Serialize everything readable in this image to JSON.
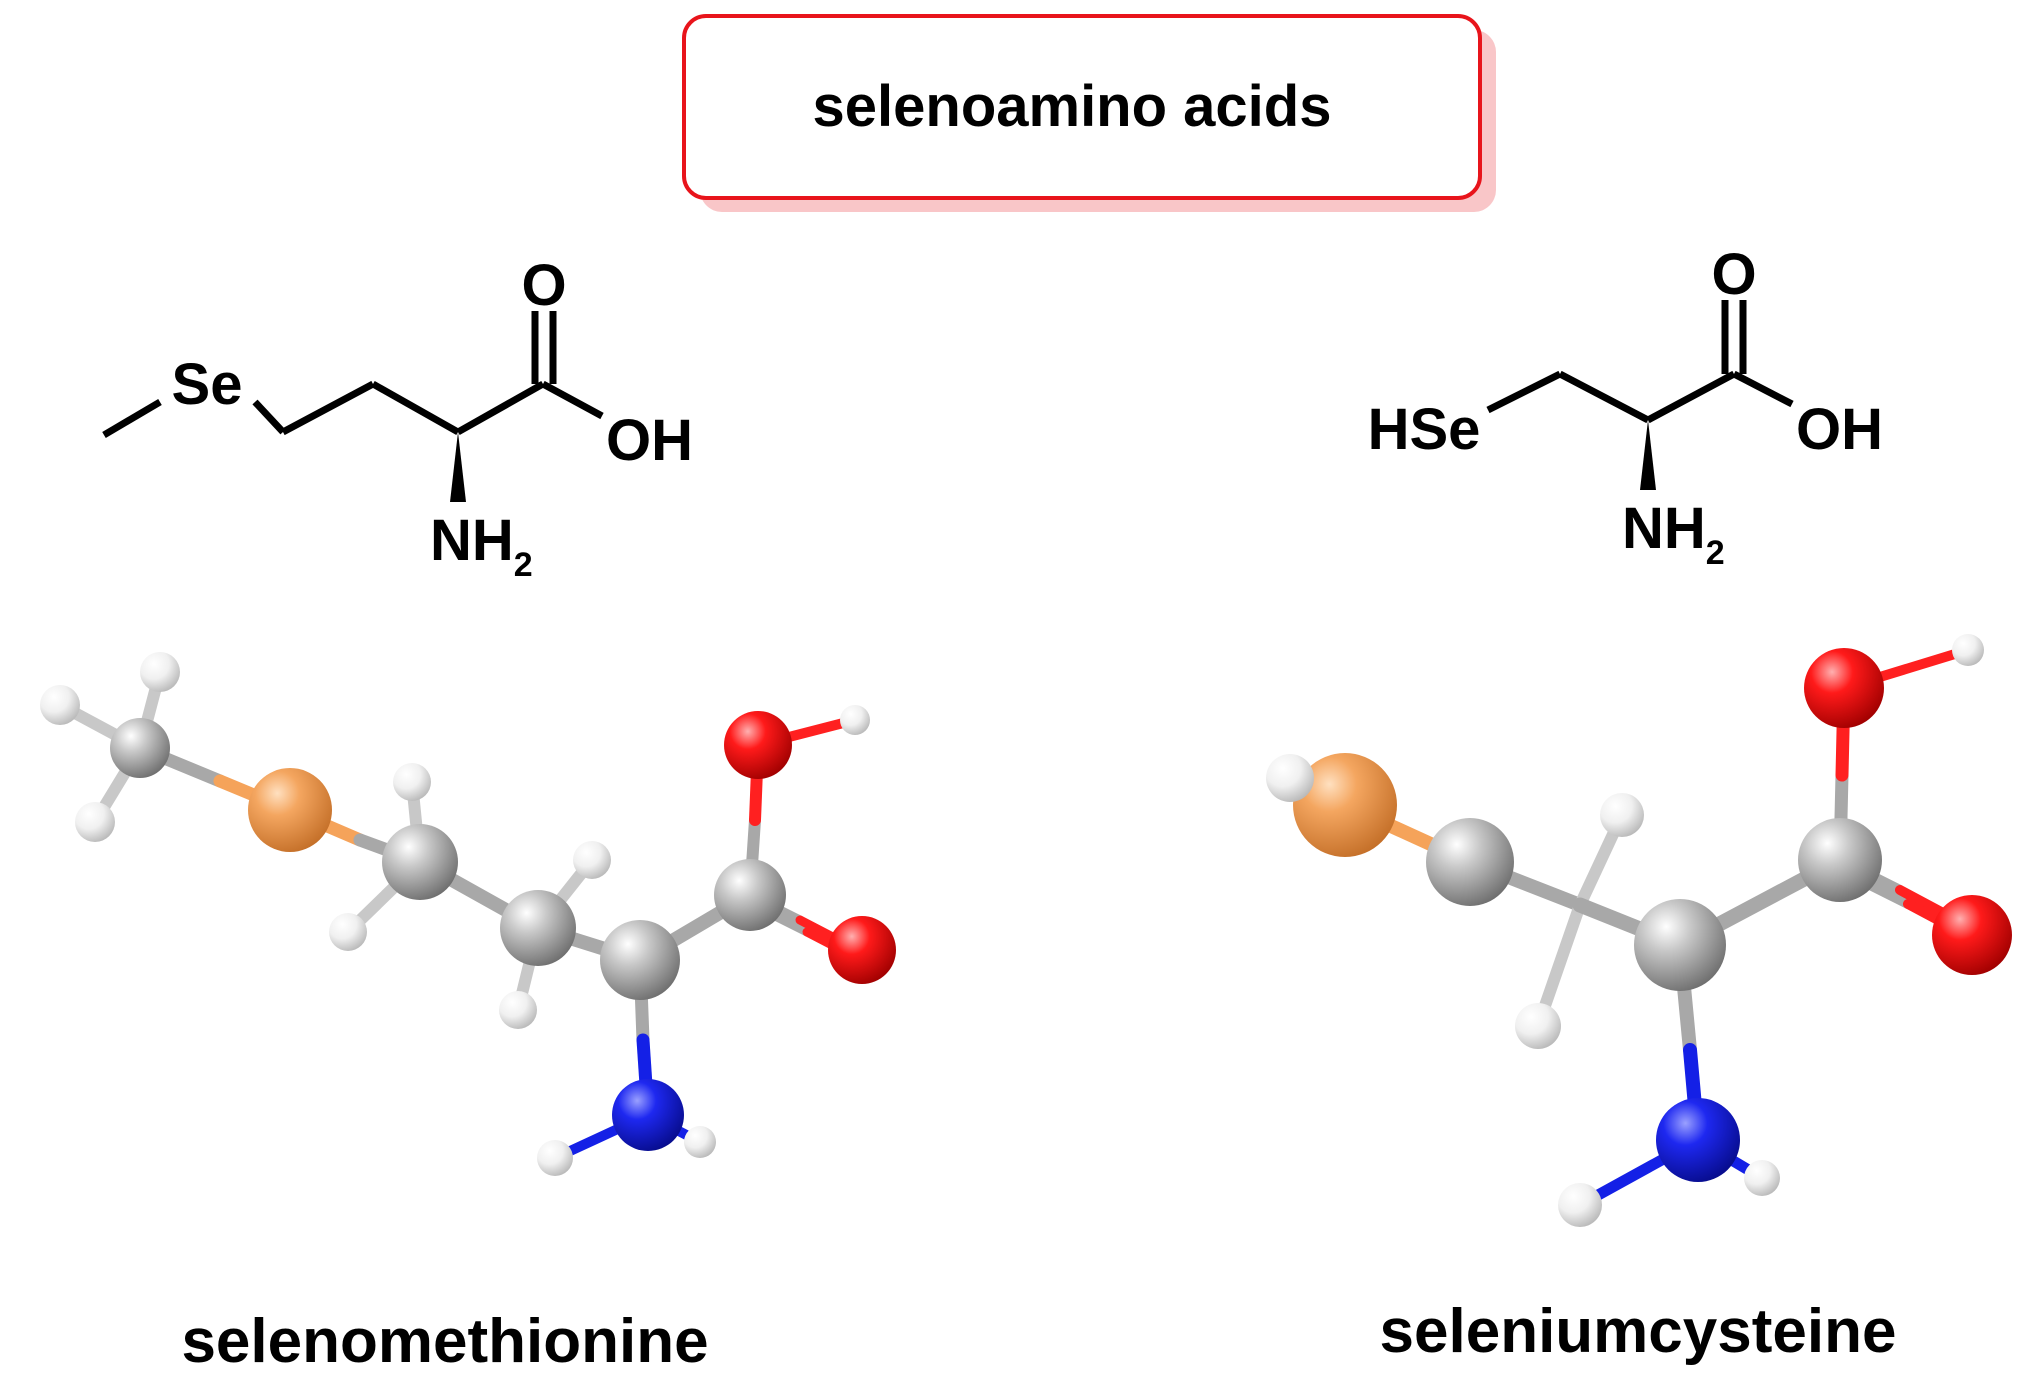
{
  "header": {
    "title": "selenoamino acids"
  },
  "molecules": [
    {
      "name": "selenomethionine",
      "atoms": {
        "se": "Se",
        "o": "O",
        "oh": "OH",
        "n": "NH",
        "n_sub": "2"
      }
    },
    {
      "name": "seleniumcysteine",
      "atoms": {
        "se": "HSe",
        "o": "O",
        "oh": "OH",
        "n": "NH",
        "n_sub": "2"
      }
    }
  ],
  "colors": {
    "frame_border": "#e8141b",
    "frame_shadow": "#f9c6c8",
    "carbon": "#a8a8a8",
    "oxygen": "#ff0d0d",
    "nitrogen": "#1420e6",
    "selenium": "#f5a35a",
    "hydrogen": "#f2f2f2"
  }
}
